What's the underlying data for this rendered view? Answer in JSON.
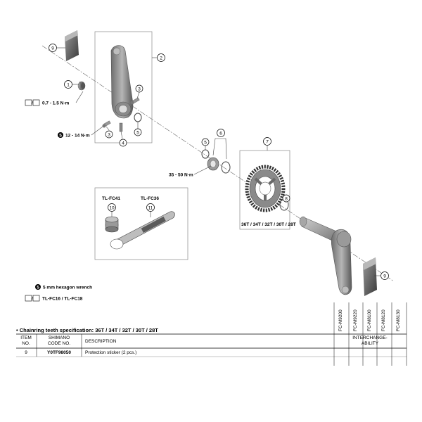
{
  "callouts": {
    "c1": "1",
    "c2": "2",
    "c3a": "3",
    "c3b": "3",
    "c4": "4",
    "c5": "5",
    "c6": "6",
    "c7": "7",
    "c8": "8",
    "c9a": "9",
    "c9b": "9",
    "c10": "10",
    "c11": "11"
  },
  "torques": {
    "t1": "0.7 - 1.5 N·m",
    "t2": "12 - 14 N·m",
    "t3": "35 - 50 N·m",
    "t2_badge": "5"
  },
  "chainring_sizes": "36T / 34T / 32T / 30T / 28T",
  "tools": {
    "tool1_name": "TL-FC41",
    "tool2_name": "TL-FC36"
  },
  "legend": {
    "badge": "5",
    "hex_wrench": "5 mm hexagon wrench",
    "tool_ref": "TL-FC16 / TL-FC18"
  },
  "spec_note": "• Chainring teeth specification: 36T / 34T / 32T / 30T / 28T",
  "table": {
    "headers": {
      "item_no_1": "ITEM",
      "item_no_2": "NO.",
      "code_1": "SHIMANO",
      "code_2": "CODE NO.",
      "description": "DESCRIPTION",
      "interchange_1": "INTERCHANGE-",
      "interchange_2": "ABILITY"
    },
    "models": [
      "FC-M9200",
      "FC-M9220",
      "FC-M8100",
      "FC-M8120",
      "FC-M8130"
    ],
    "rows": [
      {
        "item": "9",
        "code": "Y0TF98050",
        "description": "Protection sticker (2 pcs.)"
      }
    ]
  }
}
